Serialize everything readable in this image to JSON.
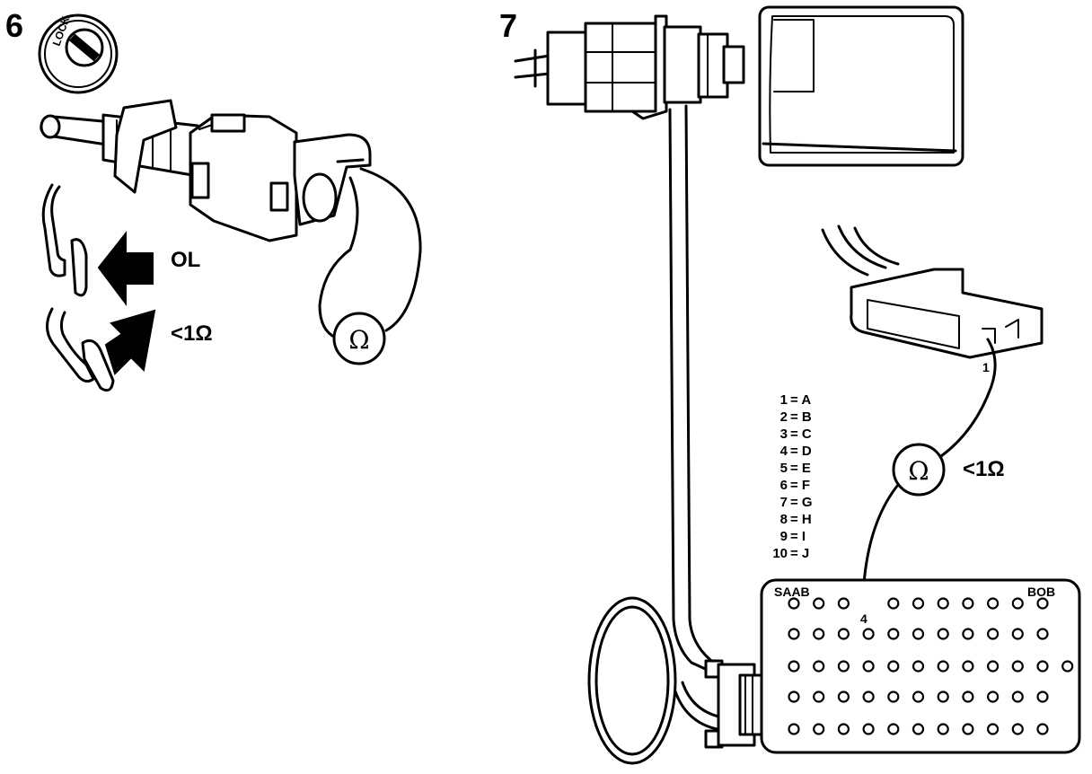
{
  "fig6": {
    "number": "6",
    "lock_text": "LOCK",
    "meter_symbol": "Ω",
    "reading_released": "OL",
    "reading_pressed": "<1Ω"
  },
  "fig7": {
    "number": "7",
    "meter_symbol": "Ω",
    "reading": "<1Ω",
    "connector_pin": "1",
    "bob_pin": "4",
    "bob_brand": "SAAB",
    "bob_name": "BOB",
    "pin_map": [
      {
        "num": "1",
        "letter": "A"
      },
      {
        "num": "2",
        "letter": "B"
      },
      {
        "num": "3",
        "letter": "C"
      },
      {
        "num": "4",
        "letter": "D"
      },
      {
        "num": "5",
        "letter": "E"
      },
      {
        "num": "6",
        "letter": "F"
      },
      {
        "num": "7",
        "letter": "G"
      },
      {
        "num": "8",
        "letter": "H"
      },
      {
        "num": "9",
        "letter": "I"
      },
      {
        "num": "10",
        "letter": "J"
      }
    ]
  }
}
